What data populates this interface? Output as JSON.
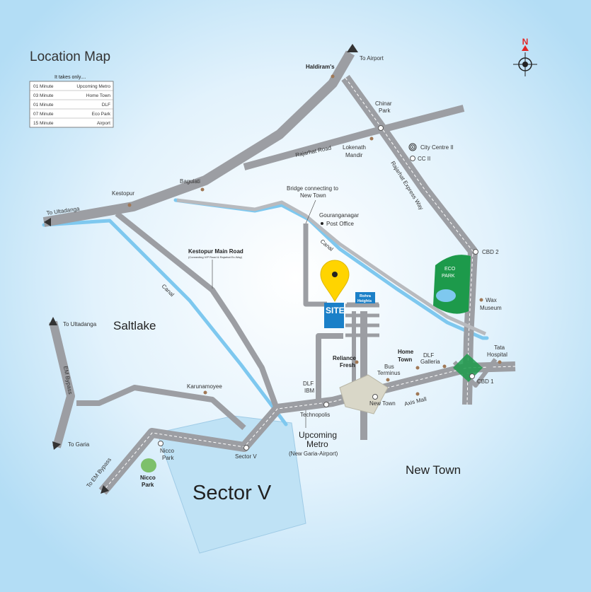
{
  "title": "Location Map",
  "table": {
    "heading": "It takes only....",
    "rows": [
      {
        "time": "01 Minute",
        "place": "Upcoming Metro"
      },
      {
        "time": "03 Minute",
        "place": "Home Town"
      },
      {
        "time": "01 Minute",
        "place": "DLF"
      },
      {
        "time": "07 Minute",
        "place": "Eco Park"
      },
      {
        "time": "15 Minute",
        "place": "Airport"
      }
    ]
  },
  "compass": "N",
  "areas": {
    "saltlake": "Saltlake",
    "new_town": "New Town",
    "sector_v": "Sector V"
  },
  "labels": {
    "to_airport": "To Airport",
    "haldirams": "Haldiram's",
    "chinar_park_1": "Chinar",
    "chinar_park_2": "Park",
    "city_centre": "City Centre II",
    "cc2": "CC II",
    "lokenath_1": "Lokenath",
    "lokenath_2": "Mandir",
    "rajarhat_road": "Rajarhat Road",
    "rajarhat_expressway": "Rajarhat Express Way",
    "baguiati": "Baguiati",
    "kestopur": "Kestopur",
    "to_ultadanga_top": "To Ultadanga",
    "bridge_1": "Bridge connecting to",
    "bridge_2": "New Town",
    "gouranganagar_1": "Gouranganagar",
    "gouranganagar_2": "Post Office",
    "canal_right": "Canal",
    "canal_left": "Canal",
    "kestopur_main_road": "Kestopur Main Road",
    "kestopur_main_road_sub": "(Connecting VIP Road & Rajarhat Ex-Way)",
    "cbd2": "CBD 2",
    "eco_park_1": "ECO",
    "eco_park_2": "PARK",
    "wax_museum_1": "Wax",
    "wax_museum_2": "Museum",
    "site": "SITE",
    "rohra_1": "Rohra",
    "rohra_2": "Heights",
    "tata_hospital_1": "Tata",
    "tata_hospital_2": "Hospital",
    "cbd1": "CBD 1",
    "home_town_1": "Home",
    "home_town_2": "Town",
    "dlf_galleria_1": "DLF",
    "dlf_galleria_2": "Galleria",
    "reliance_1": "Reliance",
    "reliance_2": "Fresh",
    "bus_terminus_1": "Bus",
    "bus_terminus_2": "Terminus",
    "dlf_ibm_1": "DLF",
    "dlf_ibm_2": "IBM",
    "new_town_stop": "New Town",
    "axis_mall": "Axis Mall",
    "technopolis": "Technopolis",
    "upcoming_metro_1": "Upcoming",
    "upcoming_metro_2": "Metro",
    "upcoming_metro_3": "(New Garia-Airport)",
    "to_ultadanga_left": "To Ultadanga",
    "em_bypass": "EM Bypass",
    "to_garia": "To Garia",
    "karunamoyee": "Karunamoyee",
    "sector_v_stop": "Sector V",
    "nicco_park_stop_1": "Nicco",
    "nicco_park_stop_2": "Park",
    "nicco_park_1": "Nicco",
    "nicco_park_2": "Park",
    "to_em_bypass": "To EM Bypass"
  },
  "colors": {
    "road": "#9c9ea3",
    "road_edge": "#8a8c91",
    "canal": "#7ec8ef",
    "sector_fill": "#bfe2f5",
    "site_blue": "#1b80c8",
    "eco_green": "#1d9a4b",
    "pin_yellow": "#ffd400",
    "compass_red": "#e32726",
    "poi_brown": "#a07856"
  }
}
